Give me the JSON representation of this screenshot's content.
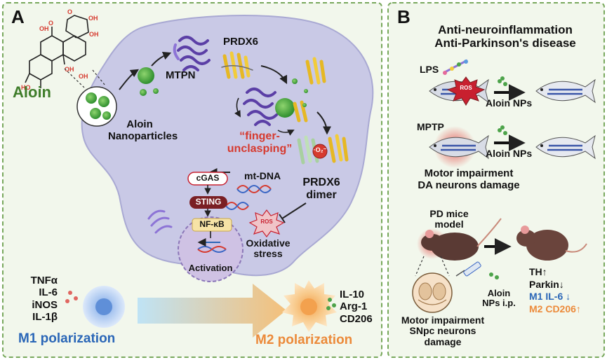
{
  "panel_a": {
    "letter": "A",
    "aloin": "Aloin",
    "aloin_nps": [
      "Aloin",
      "Nanoparticles"
    ],
    "mtpn": "MTPN",
    "prdx6": "PRDX6",
    "finger_unclasping": [
      "“finger-",
      "unclasping”"
    ],
    "prdx6_dimer": [
      "PRDX6",
      "dimer"
    ],
    "o2_label": "·O₂⁻",
    "cgas": "cGAS",
    "sting": "STING",
    "nfkb": "NF-κB",
    "activation": "Activation",
    "mtdna": "mt-DNA",
    "ros": "ROS",
    "oxidative_stress": [
      "Oxidative",
      "stress"
    ],
    "m1_markers": [
      "TNFα",
      "IL-6",
      "iNOS",
      "IL-1β"
    ],
    "m1_polarization": "M1 polarization",
    "m2_markers": [
      "IL-10",
      "Arg-1",
      "CD206"
    ],
    "m2_polarization": "M2 polarization"
  },
  "panel_b": {
    "letter": "B",
    "title": [
      "Anti-neuroinflammation",
      "Anti-Parkinson's disease"
    ],
    "lps": "LPS",
    "ros": "ROS",
    "aloin_nps_1": "Aloin NPs",
    "mptp": "MPTP",
    "aloin_nps_2": "Aloin NPs",
    "zebrafish_deficits": [
      "Motor impairment",
      "DA neurons damage"
    ],
    "pd_mice_model": [
      "PD mice",
      "model"
    ],
    "aloin_nps_ip": [
      "Aloin",
      "NPs i.p."
    ],
    "mice_deficits": [
      "Motor impairment",
      "SNpc neurons",
      "damage"
    ],
    "outcomes": [
      "TH↑",
      "Parkin↓",
      "M1 IL-6 ↓",
      "M2 CD206↑"
    ]
  },
  "colors": {
    "panel_bg": "#f2f7ec",
    "panel_border": "#78a85c",
    "cell_fill": "#c9c9e6",
    "aloin_green": "#3f7d2a",
    "finger_red": "#d63a2f",
    "m1_blue": "#2a66b7",
    "m2_orange": "#ec8a3a",
    "ros_red": "#c8202f",
    "sting_dark": "#7a1f24",
    "nfkb_fill": "#f7e3a6"
  }
}
